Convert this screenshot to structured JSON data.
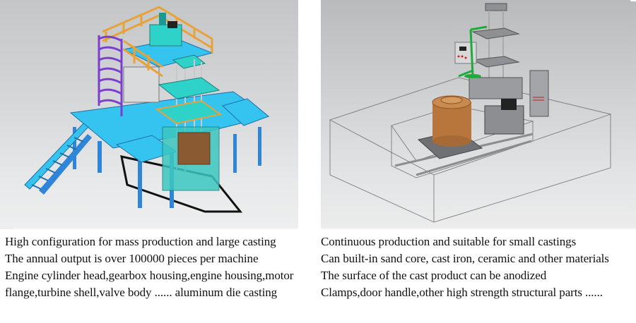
{
  "left": {
    "image": {
      "subject": "Low pressure die casting machine with platform, spiral staircase, stairs and hydraulic station",
      "colors": {
        "platform": "#35c4f0",
        "rails": "#e8a23a",
        "staircase": "#7b3fd0",
        "legs": "#2f86d8",
        "mold": "#8a5a32"
      }
    },
    "captions": [
      "High configuration for mass production and large casting",
      "The annual output is over 100000 pieces per machine",
      "Engine cylinder head,gearbox housing,engine housing,motor",
      "flange,turbine shell,valve body ...... aluminum die casting"
    ]
  },
  "right": {
    "image": {
      "subject": "Compact low pressure casting machine with furnace on rail cart, hydraulic unit and control cabinet inside pit outline",
      "colors": {
        "machine": "#8e9093",
        "furnace": "#b8763c",
        "arm": "#1faa3c",
        "outline": "#6f7072"
      }
    },
    "captions": [
      "Continuous production and suitable for small castings",
      "Can built-in sand core, cast iron, ceramic and other materials",
      "The surface of the cast product can be anodized",
      "Clamps,door handle,other high strength structural parts ......"
    ]
  }
}
